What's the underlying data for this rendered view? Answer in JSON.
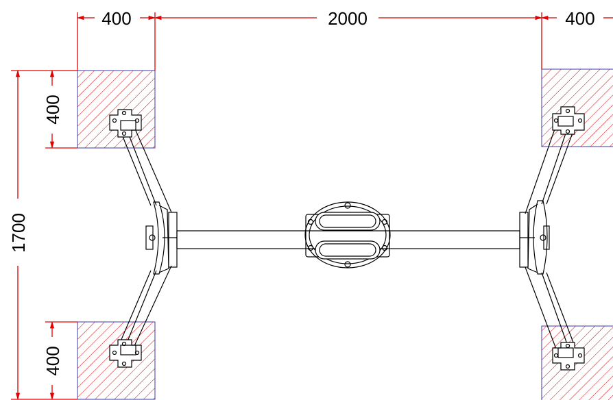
{
  "dimensions": {
    "top_left_width": "400",
    "top_center_width": "2000",
    "top_right_width": "400",
    "left_total_height": "1700",
    "left_upper_pad_height": "400",
    "left_lower_pad_height": "400"
  },
  "colors": {
    "dimension_line": "#e00000",
    "hatch": "#e00000",
    "pad_border": "#3a3aa8",
    "mechanism": "#000000",
    "background": "#ffffff"
  }
}
